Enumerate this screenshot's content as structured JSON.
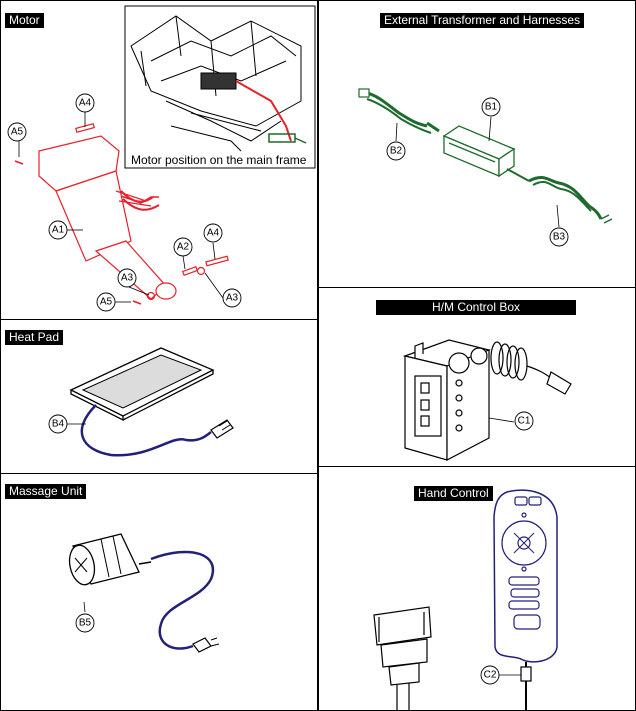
{
  "panels": {
    "motor": {
      "title": "Motor",
      "inset_caption": "Motor position on the main frame",
      "callouts": {
        "a1": "A1",
        "a2": "A2",
        "a3_left": "A3",
        "a3_right": "A3",
        "a4_top": "A4",
        "a4_right": "A4",
        "a5_top": "A5",
        "a5_bottom": "A5"
      }
    },
    "transformer": {
      "title": "External Transformer and Harnesses",
      "callouts": {
        "b1": "B1",
        "b2": "B2",
        "b3": "B3"
      }
    },
    "control_box": {
      "title": "H/M Control Box",
      "callouts": {
        "c1": "C1"
      }
    },
    "heat_pad": {
      "title": "Heat Pad",
      "callouts": {
        "b4": "B4"
      }
    },
    "massage": {
      "title": "Massage Unit",
      "callouts": {
        "b5": "B5"
      }
    },
    "hand_control": {
      "title": "Hand Control",
      "callouts": {
        "c2": "C2"
      }
    }
  },
  "colors": {
    "motor_parts": "#e8202a",
    "cable_green": "#1d6b2d",
    "cable_blue": "#23207a",
    "label_bg": "#000000",
    "outline": "#000000"
  }
}
